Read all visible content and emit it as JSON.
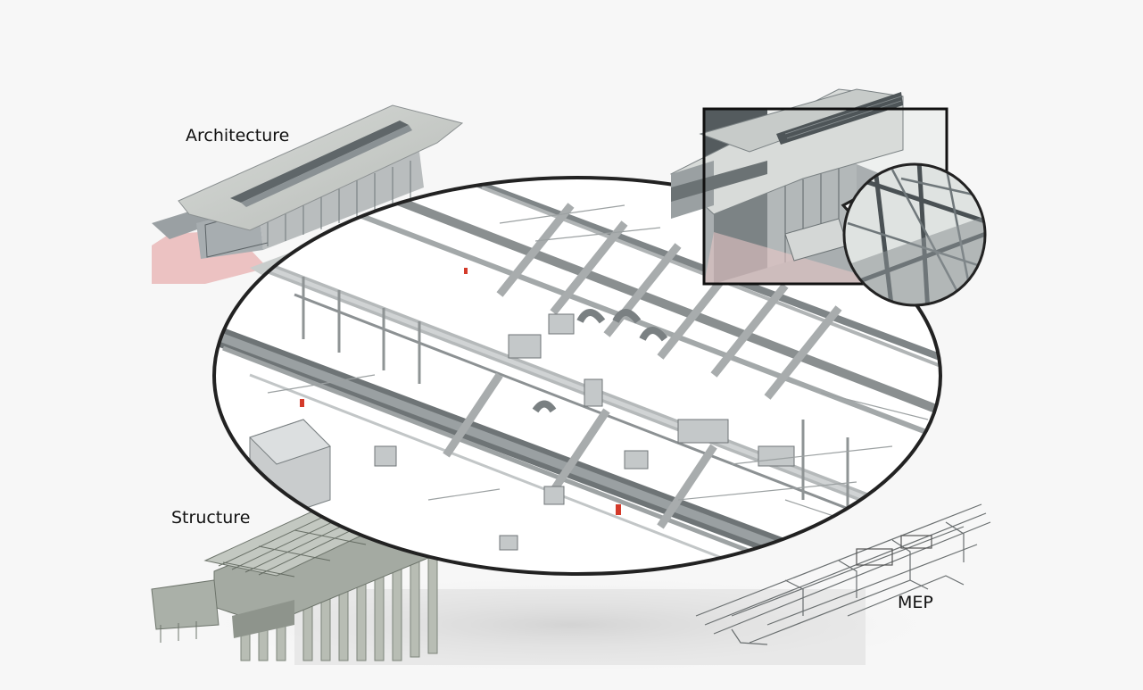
{
  "labels": {
    "architecture": "Architecture",
    "structure": "Structure",
    "mep": "MEP"
  },
  "colors": {
    "background": "#f7f7f7",
    "outline": "#222222",
    "roof": "#c8ccca",
    "concrete": "#b8bbb6",
    "steel": "#8d948e",
    "pipe": "#9a9a9a",
    "shadow": "#d9d9d9",
    "plaza_pink": "#e8b8b8",
    "red_accent": "#d43a2a"
  }
}
